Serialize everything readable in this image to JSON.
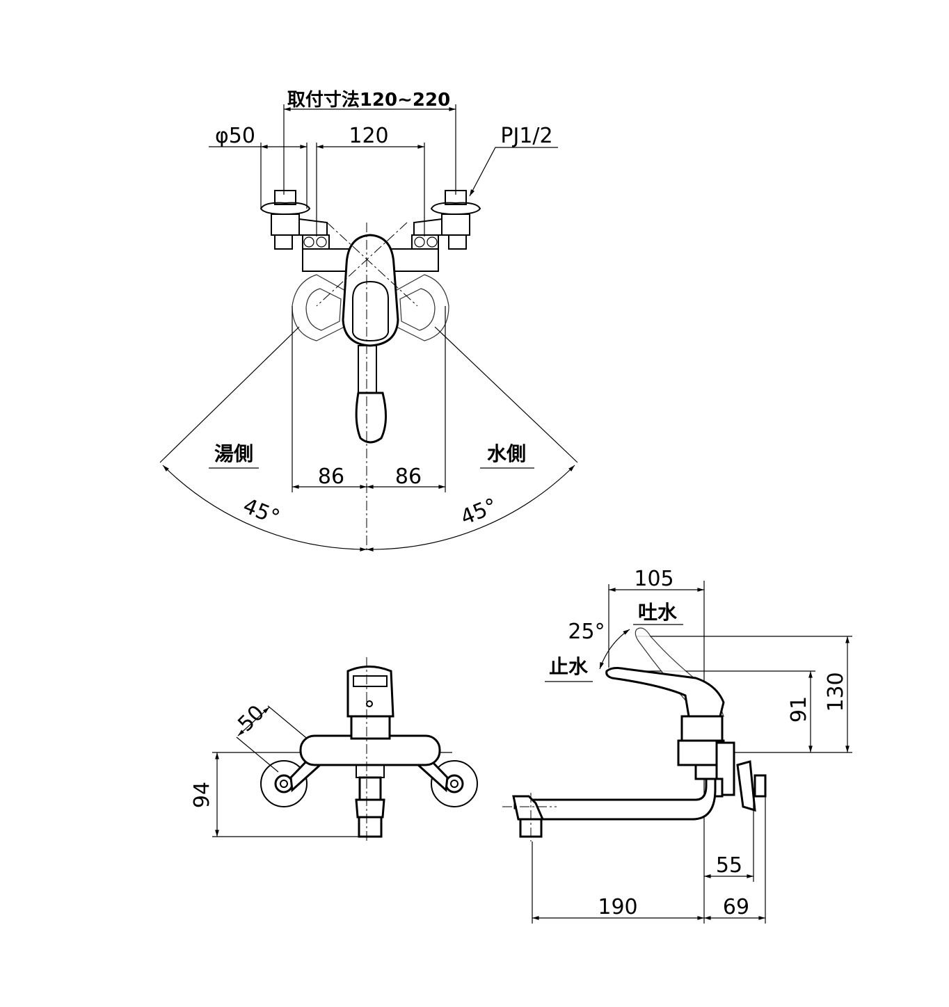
{
  "top_view": {
    "mount_range": "取付寸法120~220",
    "phi50": "φ50",
    "dim120": "120",
    "pipe_thread": "PJ1/2",
    "hot_side": "湯側",
    "cold_side": "水側",
    "dim86_left": "86",
    "dim86_right": "86",
    "angle_left": "45°",
    "angle_right": "45°"
  },
  "front_view": {
    "dim50": "50",
    "dim94": "94"
  },
  "side_view": {
    "dim105": "105",
    "spout_open": "吐水",
    "angle25": "25°",
    "spout_stop": "止水",
    "dim91": "91",
    "dim130": "130",
    "dim55": "55",
    "dim190": "190",
    "dim69": "69"
  }
}
